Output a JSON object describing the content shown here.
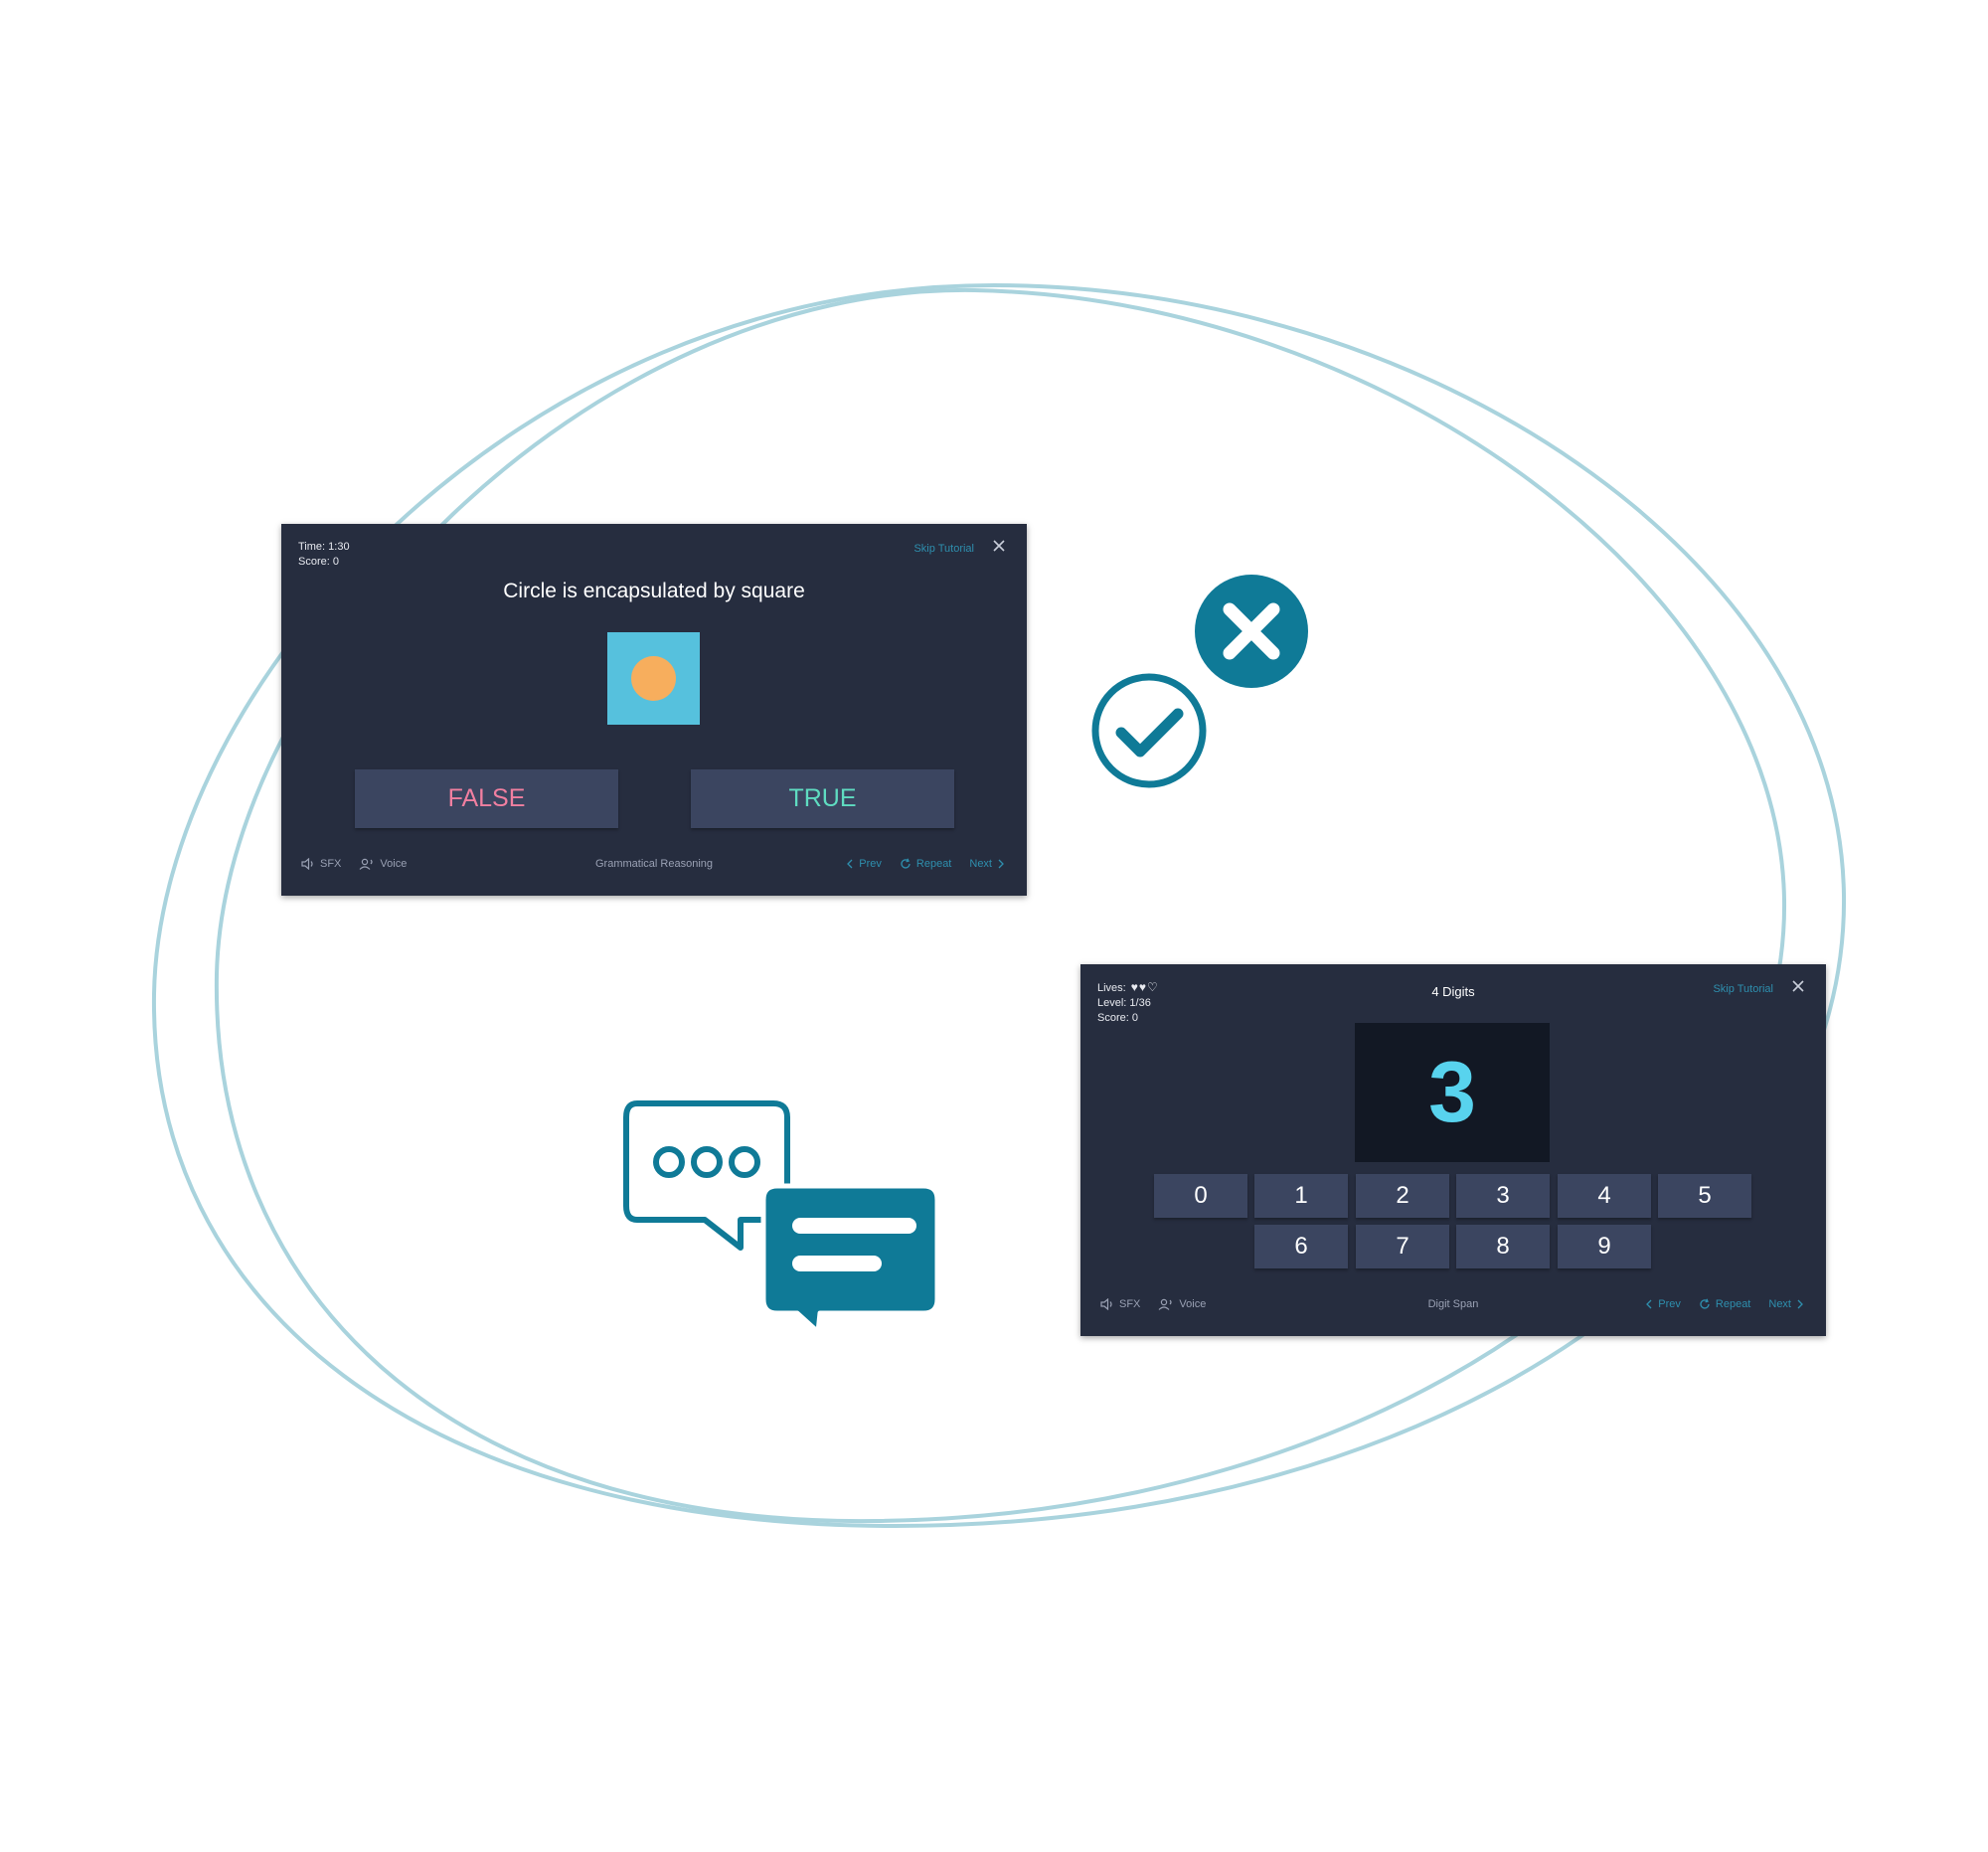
{
  "colors": {
    "panel_bg": "#262d3f",
    "button_bg": "#3b4560",
    "accent_teal": "#0f7a97",
    "link_teal": "#2e8fae",
    "false_pink": "#f17fa0",
    "true_green": "#5fdcc1",
    "square_blue": "#56c1dd",
    "circle_orange": "#f7ae5d",
    "digit_cyan": "#58d3ee",
    "loop_stroke": "#a9d3dd"
  },
  "grammar_panel": {
    "time_label": "Time:",
    "time_value": "1:30",
    "score_label": "Score:",
    "score_value": "0",
    "skip_label": "Skip Tutorial",
    "question": "Circle is encapsulated by square",
    "false_label": "FALSE",
    "true_label": "TRUE",
    "sfx_label": "SFX",
    "voice_label": "Voice",
    "game_name": "Grammatical Reasoning",
    "prev_label": "Prev",
    "repeat_label": "Repeat",
    "next_label": "Next"
  },
  "digit_panel": {
    "lives_label": "Lives:",
    "lives_value": "♥♥♡",
    "level_label": "Level:",
    "level_value": "1/36",
    "score_label": "Score:",
    "score_value": "0",
    "title": "4 Digits",
    "skip_label": "Skip Tutorial",
    "current_digit": "3",
    "keys": [
      "0",
      "1",
      "2",
      "3",
      "4",
      "5",
      "6",
      "7",
      "8",
      "9"
    ],
    "sfx_label": "SFX",
    "voice_label": "Voice",
    "game_name": "Digit Span",
    "prev_label": "Prev",
    "repeat_label": "Repeat",
    "next_label": "Next"
  },
  "icons": [
    "close-icon",
    "speaker-icon",
    "voice-icon",
    "chevron-left-icon",
    "repeat-icon",
    "chevron-right-icon",
    "x-circle-icon",
    "check-circle-icon",
    "chat-bubbles-icon"
  ]
}
